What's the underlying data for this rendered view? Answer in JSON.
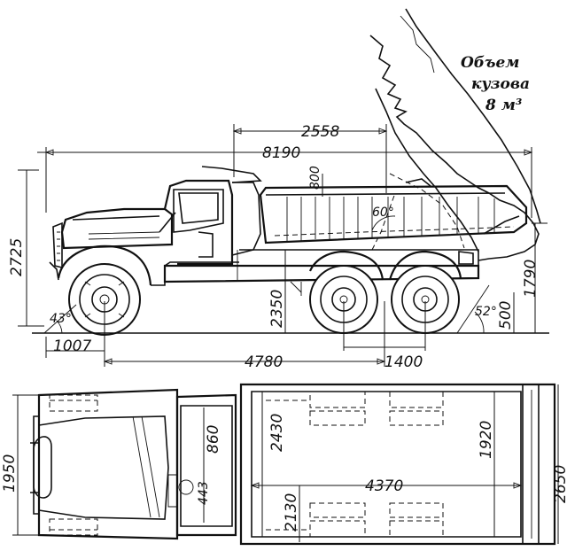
{
  "note": {
    "line1": "Объем",
    "line2": "кузова",
    "line3": "8 м³"
  },
  "side_view": {
    "dims": {
      "bed_length": "2558",
      "overall_length": "8190",
      "rails_height": "800",
      "tip_angle": "60°",
      "overall_height": "2725",
      "approach_angle": "43°",
      "front_overhang": "1007",
      "wheelbase": "4780",
      "frame_height": "2350",
      "rear_axle_spacing": "1400",
      "departure_angle": "52°",
      "ground_clearance_rear": "500",
      "tipped_height": "1790"
    }
  },
  "top_view": {
    "dims": {
      "front_track": "1950",
      "cab_dim_a": "860",
      "cab_dim_b": "443",
      "bed_inner_width": "2430",
      "rear_track": "2130",
      "bed_inner_length": "4370",
      "bed_span": "1920",
      "overall_width": "2650"
    }
  }
}
